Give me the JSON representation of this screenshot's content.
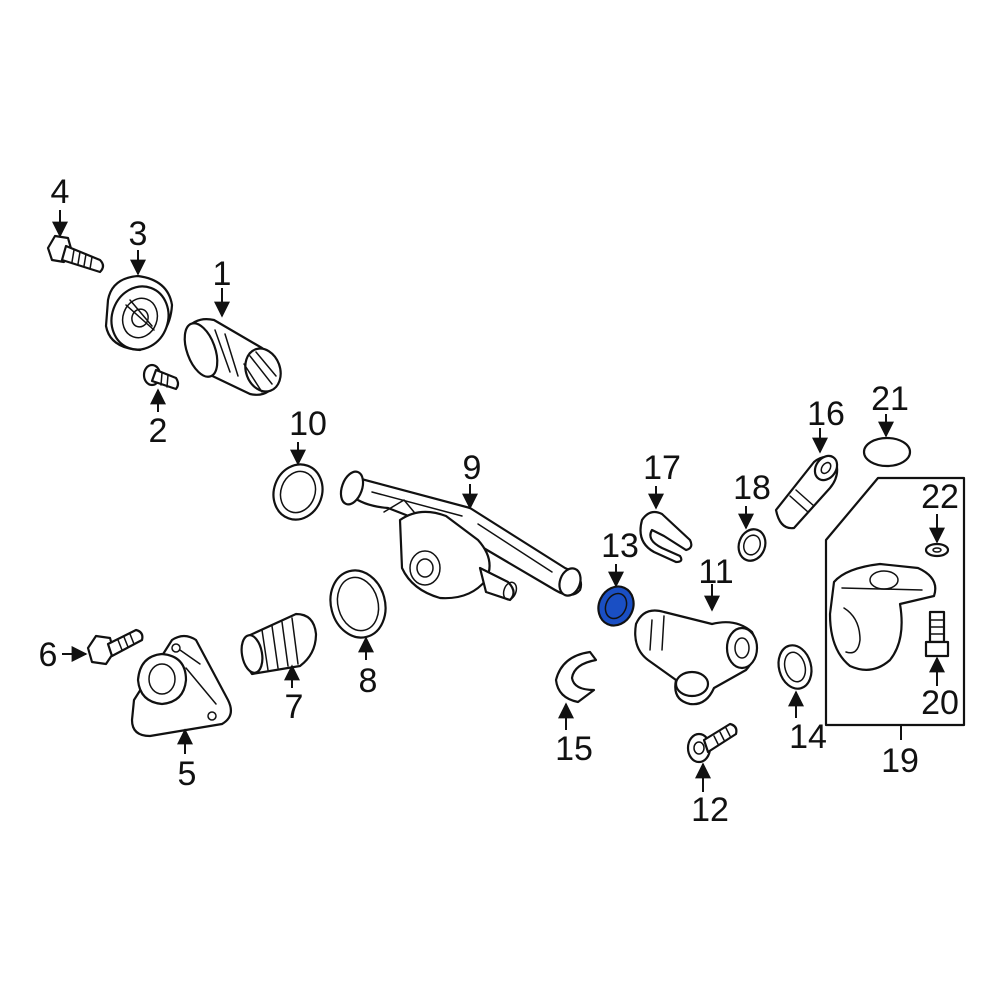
{
  "callouts": {
    "c1": "1",
    "c2": "2",
    "c3": "3",
    "c4": "4",
    "c5": "5",
    "c6": "6",
    "c7": "7",
    "c8": "8",
    "c9": "9",
    "c10": "10",
    "c11": "11",
    "c12": "12",
    "c13": "13",
    "c14": "14",
    "c15": "15",
    "c16": "16",
    "c17": "17",
    "c18": "18",
    "c19": "19",
    "c20": "20",
    "c21": "21",
    "c22": "22"
  },
  "highlight_color": "#1a4fc4",
  "highlighted_part": "13"
}
